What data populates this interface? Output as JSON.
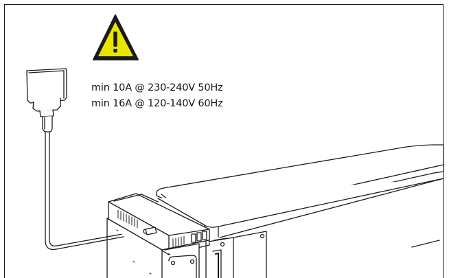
{
  "warning": {
    "icon": "warning-triangle-icon",
    "fill_color": "#e6e600",
    "mark": "!"
  },
  "power_requirements": [
    "min 10A @ 230-240V 50Hz",
    "min 16A @ 120-140V 60Hz"
  ],
  "illustration": {
    "plug": "power-plug-icon",
    "device": "treatment-table-base"
  }
}
